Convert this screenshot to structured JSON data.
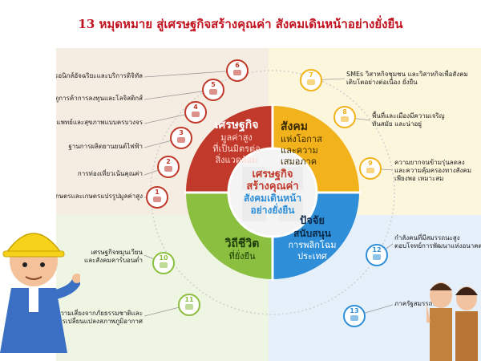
{
  "title": "13 หมุดหมาย สู่เศรษฐกิจสร้างคุณค่า สังคมเดินหน้าอย่างยั่งยืน",
  "center": {
    "line1": "เศรษฐกิจ",
    "line2": "สร้างคุณค่า",
    "line3": "สังคมเดินหน้า",
    "line4": "อย่างยั่งยืน"
  },
  "quadrants": {
    "economy": {
      "heading": "เศรษฐกิจ",
      "l1": "มูลค่าสูง",
      "l2": "ที่เป็นมิตรต่อ",
      "l3": "สิ่งแวดล้อม",
      "color": "#c0392b"
    },
    "society": {
      "heading": "สังคม",
      "l1": "แห่งโอกาส",
      "l2": "และความ",
      "l3": "เสมอภาค",
      "color": "#f2b21b"
    },
    "life": {
      "heading": "วิถีชีวิต",
      "l1": "ที่ยั่งยืน",
      "color": "#8bbf3f"
    },
    "factor": {
      "heading": "ปัจจัย",
      "l1": "สนับสนุน",
      "l2": "การพลิกโฉม",
      "l3": "ประเทศ",
      "color": "#2e8fd8"
    }
  },
  "goals": [
    {
      "num": "1",
      "label": "เกษตรและเกษตรแปรรูปมูลค่าสูง",
      "color": "#c0392b"
    },
    {
      "num": "2",
      "label": "การท่องเที่ยวเน้นคุณค่า",
      "color": "#c0392b"
    },
    {
      "num": "3",
      "label": "ฐานการผลิตยานยนต์ไฟฟ้า",
      "color": "#c0392b"
    },
    {
      "num": "4",
      "label": "การแพทย์และสุขภาพแบบครบวงจร",
      "color": "#c0392b"
    },
    {
      "num": "5",
      "label": "ประตูการค้าการลงทุนและโลจิสติกส์",
      "color": "#c0392b"
    },
    {
      "num": "6",
      "label": "อิเล็กทรอนิกส์อัจฉริยะและบริการดิจิทัล",
      "color": "#c0392b"
    },
    {
      "num": "7",
      "label_l1": "SMEs วิสาหกิจชุมชน และวิสาหกิจเพื่อสังคม",
      "label_l2": "เติบโตอย่างต่อเนื่อง ยั่งยืน",
      "color": "#f2b21b"
    },
    {
      "num": "8",
      "label_l1": "พื้นที่และเมืองมีความเจริญ",
      "label_l2": "ทันสมัย และน่าอยู่",
      "color": "#f2b21b"
    },
    {
      "num": "9",
      "label_l1": "ความยากจนข้ามรุ่นลดลง",
      "label_l2": "และความคุ้มครองทางสังคม",
      "label_l3": "เพียงพอ เหมาะสม",
      "color": "#f2b21b"
    },
    {
      "num": "10",
      "label_l1": "เศรษฐกิจหมุนเวียน",
      "label_l2": "และสังคมคาร์บอนต่ำ",
      "color": "#8bbf3f"
    },
    {
      "num": "11",
      "label_l1": "การลดความเสี่ยงจากภัยธรรมชาติและ",
      "label_l2": "การเปลี่ยนแปลงสภาพภูมิอากาศ",
      "color": "#8bbf3f"
    },
    {
      "num": "12",
      "label_l1": "กำลังคนที่มีสมรรถนะสูง",
      "label_l2": "ตอบโจทย์การพัฒนาแห่งอนาคต",
      "color": "#2e8fd8"
    },
    {
      "num": "13",
      "label": "ภาครัฐสมรรถนะสูง",
      "color": "#2e8fd8"
    }
  ]
}
